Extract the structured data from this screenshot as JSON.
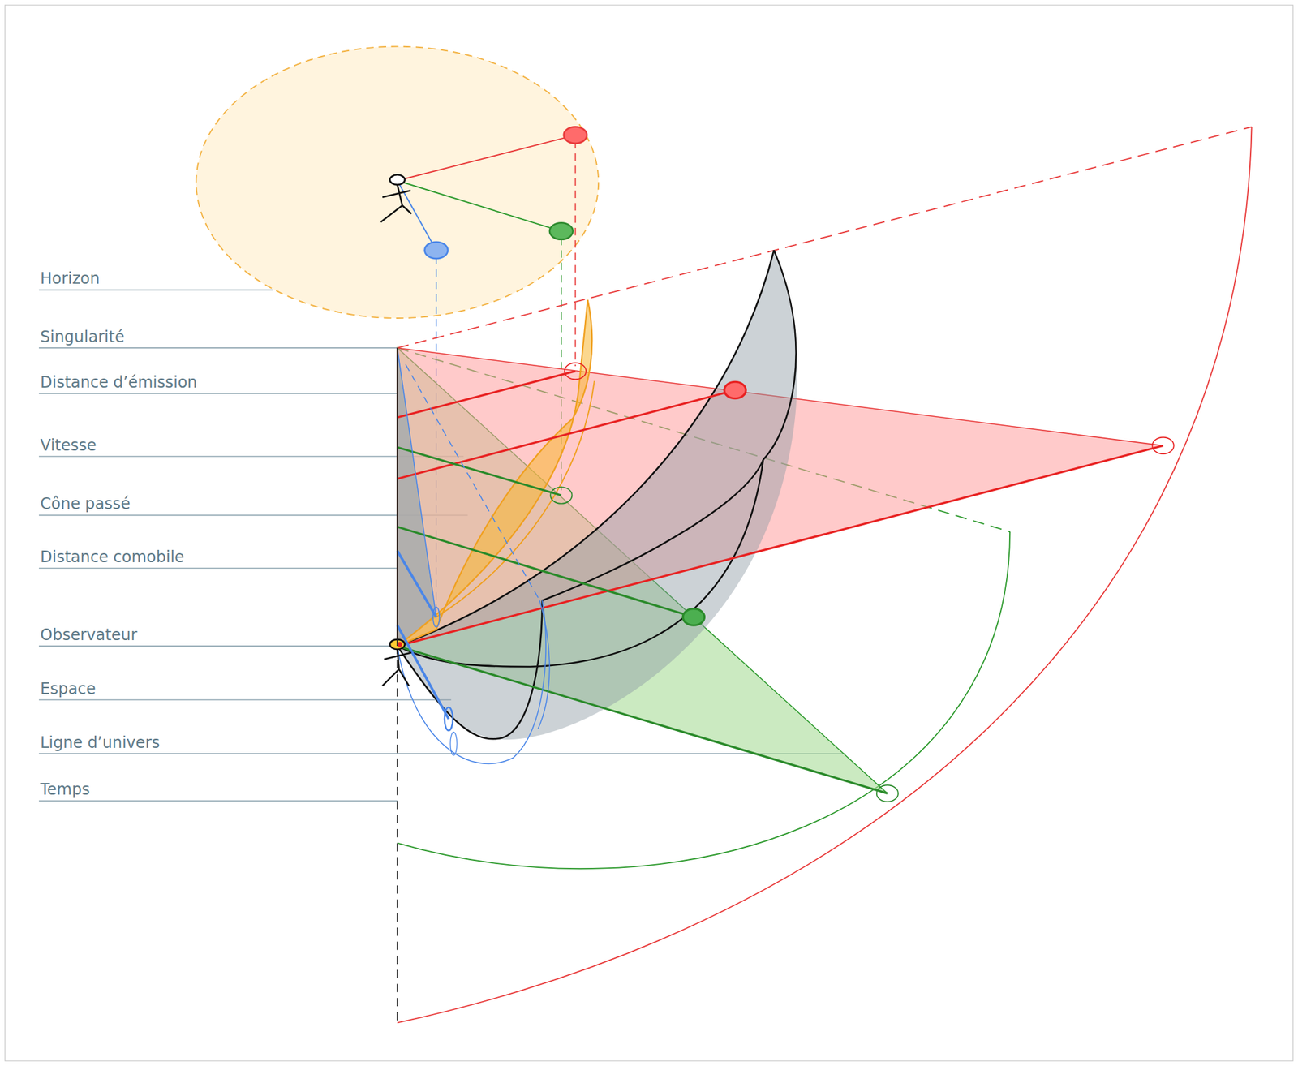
{
  "diagram": {
    "labels": [
      "Horizon",
      "Singularité",
      "Distance d’émission",
      "Vitesse",
      "Cône passé",
      "Distance comobile",
      "Observateur",
      "Espace",
      "Ligne d’univers",
      "Temps"
    ]
  }
}
